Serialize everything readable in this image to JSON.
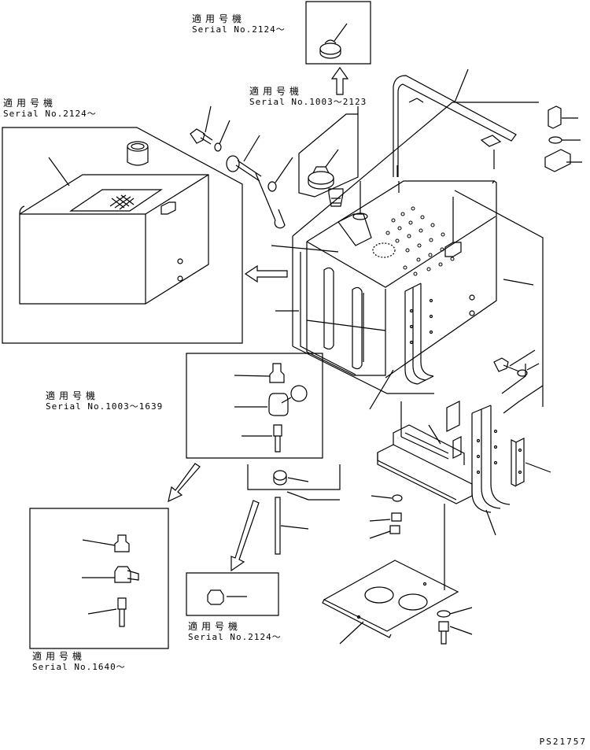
{
  "labels": {
    "top_serial": {
      "jp": "適用号機",
      "serial": "Serial No.2124〜"
    },
    "cap_serial": {
      "jp": "適用号機",
      "serial": "Serial No.1003〜2123"
    },
    "left_serial": {
      "jp": "適用号機",
      "serial": "Serial No.2124〜"
    },
    "drain_serial": {
      "jp": "適用号機",
      "serial": "Serial No.1003〜1639"
    },
    "plug_serial": {
      "jp": "適用号機",
      "serial": "Serial No.2124〜"
    },
    "bottom_left_serial": {
      "jp": "適用号機",
      "serial": "Serial No.1640〜"
    }
  },
  "drawing_code": "PS21757"
}
